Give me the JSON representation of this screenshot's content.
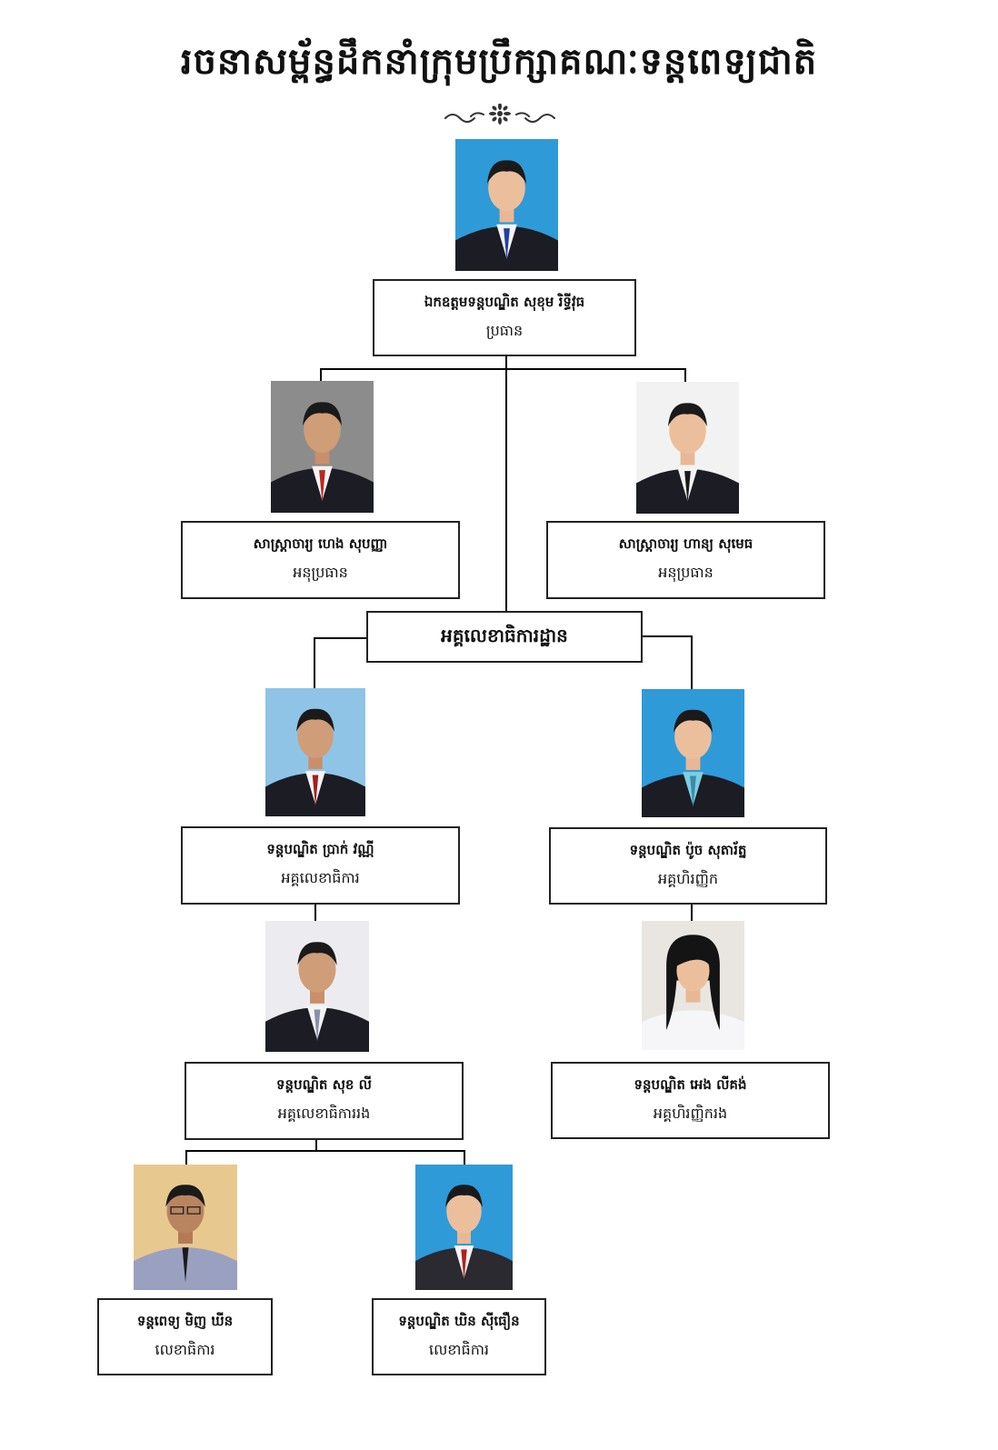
{
  "title": "រចនាសម្ព័ន្ធដឹកនាំក្រុមប្រឹក្សាគណៈទន្តពេទ្យជាតិ",
  "secretariat_label": "អគ្គលេខាធិការដ្ឋាន",
  "colors": {
    "line": "#000000",
    "box_border": "#222222",
    "photo_blue": "#2f9ad8"
  },
  "members": {
    "president": {
      "name": "ឯកឧត្តមទន្តបណ្ឌិត សុខុម រិទ្ធីវុធ",
      "role": "ប្រធាន"
    },
    "vp_left": {
      "name": "សាស្ត្រាចារ្យ ហេង សុបញ្ញា",
      "role": "អនុប្រធាន"
    },
    "vp_right": {
      "name": "សាស្ត្រាចារ្យ ហាន្យ សុមេធ",
      "role": "អនុប្រធាន"
    },
    "sg": {
      "name": "ទន្តបណ្ឌិត ប្រាក់ វណ្ណី",
      "role": "អគ្គលេខាធិការ"
    },
    "treasurer": {
      "name": "ទន្តបណ្ឌិត ប៉ូច សុតារ័ត្ន",
      "role": "អគ្គហិរញ្ញិក"
    },
    "dep_sg": {
      "name": "ទន្តបណ្ឌិត សុខ លី",
      "role": "អគ្គលេខាធិការរង"
    },
    "dep_treasurer": {
      "name": "ទន្តបណ្ឌិត អេង លីគង់",
      "role": "អគ្គហិរញ្ញិករង"
    },
    "sec_left": {
      "name": "ទន្តពេទ្យ មិញ ឃីន",
      "role": "លេខាធិការ"
    },
    "sec_right": {
      "name": "ទន្តបណ្ឌិត ឃិន ស៊ីធឿន",
      "role": "លេខាធិការ"
    }
  }
}
